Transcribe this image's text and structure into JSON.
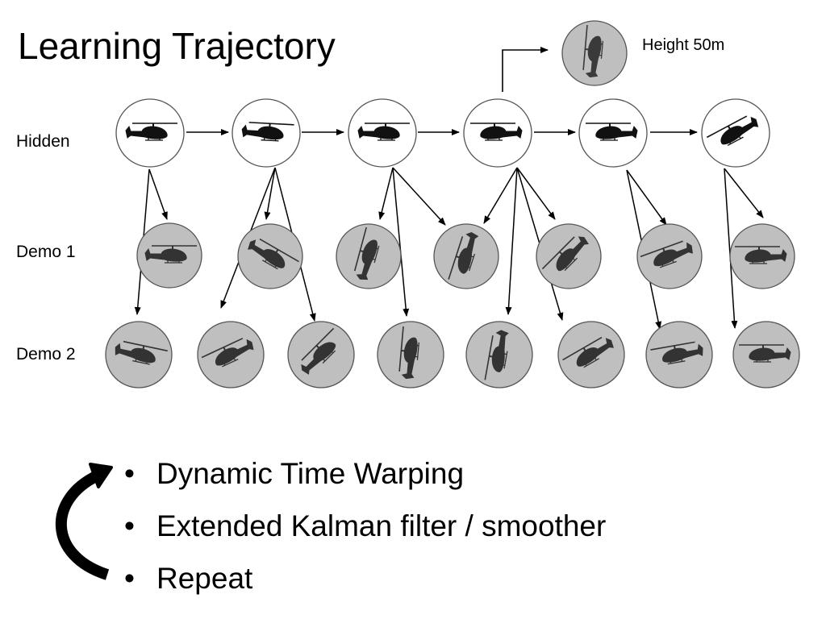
{
  "title": "Learning Trajectory",
  "row_labels": {
    "hidden": "Hidden",
    "demo1": "Demo 1",
    "demo2": "Demo 2"
  },
  "height_label": "Height 50m",
  "bullets": [
    "Dynamic Time Warping",
    "Extended Kalman filter / smoother",
    "Repeat"
  ],
  "colors": {
    "hidden_fill": "#ffffff",
    "demo_fill": "#bfbfbf",
    "silhouette": "#1a1a1a",
    "arrow": "#000000"
  },
  "icons": {
    "node": "helicopter-icon",
    "cycle": "curved-cycle-arrow-icon"
  }
}
